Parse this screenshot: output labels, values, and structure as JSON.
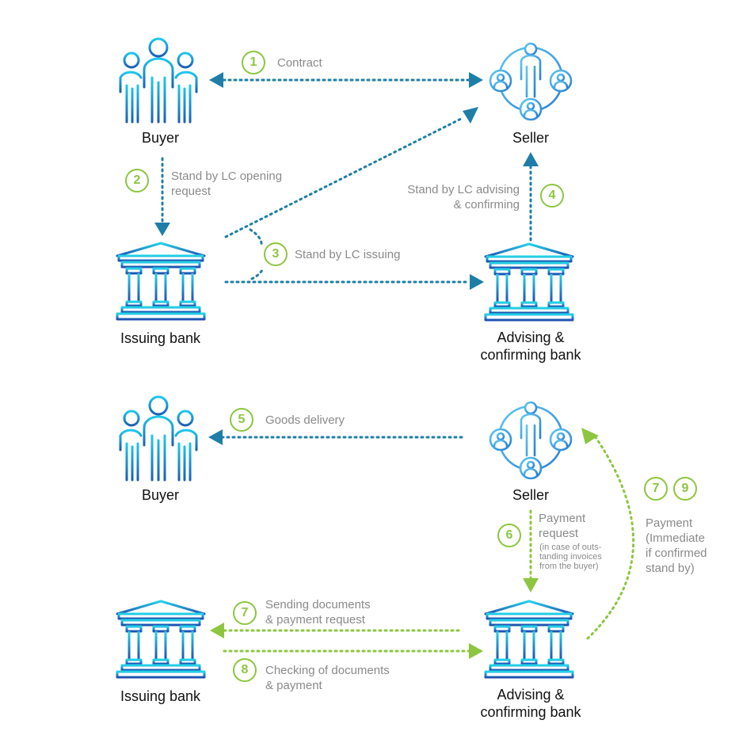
{
  "colors": {
    "blue": "#1e7ea8",
    "green": "#8cc63f",
    "label": "#8a8a8a",
    "name": "#111111"
  },
  "actors": {
    "buyer_top": "Buyer",
    "seller_top": "Seller",
    "issuing_top": "Issuing bank",
    "advising_top_1": "Advising &",
    "advising_top_2": "confirming bank",
    "buyer_bottom": "Buyer",
    "seller_bottom": "Seller",
    "issuing_bottom": "Issuing bank",
    "advising_bottom_1": "Advising &",
    "advising_bottom_2": "confirming bank"
  },
  "steps": {
    "s1": {
      "num": "1",
      "text": "Contract"
    },
    "s2": {
      "num": "2",
      "line1": "Stand by LC opening",
      "line2": "request"
    },
    "s3": {
      "num": "3",
      "text": "Stand by LC issuing"
    },
    "s4": {
      "num": "4",
      "line1": "Stand by LC advising",
      "line2": "& confirming"
    },
    "s5": {
      "num": "5",
      "text": "Goods delivery"
    },
    "s6": {
      "num": "6",
      "line1": "Payment",
      "line2": "request",
      "note1": "(in case of outs-",
      "note2": "tanding invoices",
      "note3": "from the buyer)"
    },
    "s7a": {
      "num": "7",
      "line1": "Sending documents",
      "line2": "& payment request"
    },
    "s8": {
      "num": "8",
      "line1": "Checking of documents",
      "line2": "& payment"
    },
    "s79": {
      "num_a": "7",
      "num_b": "9",
      "line1": "Payment",
      "line2": "(Immediate",
      "line3": "if confirmed",
      "line4": "stand by)"
    }
  }
}
